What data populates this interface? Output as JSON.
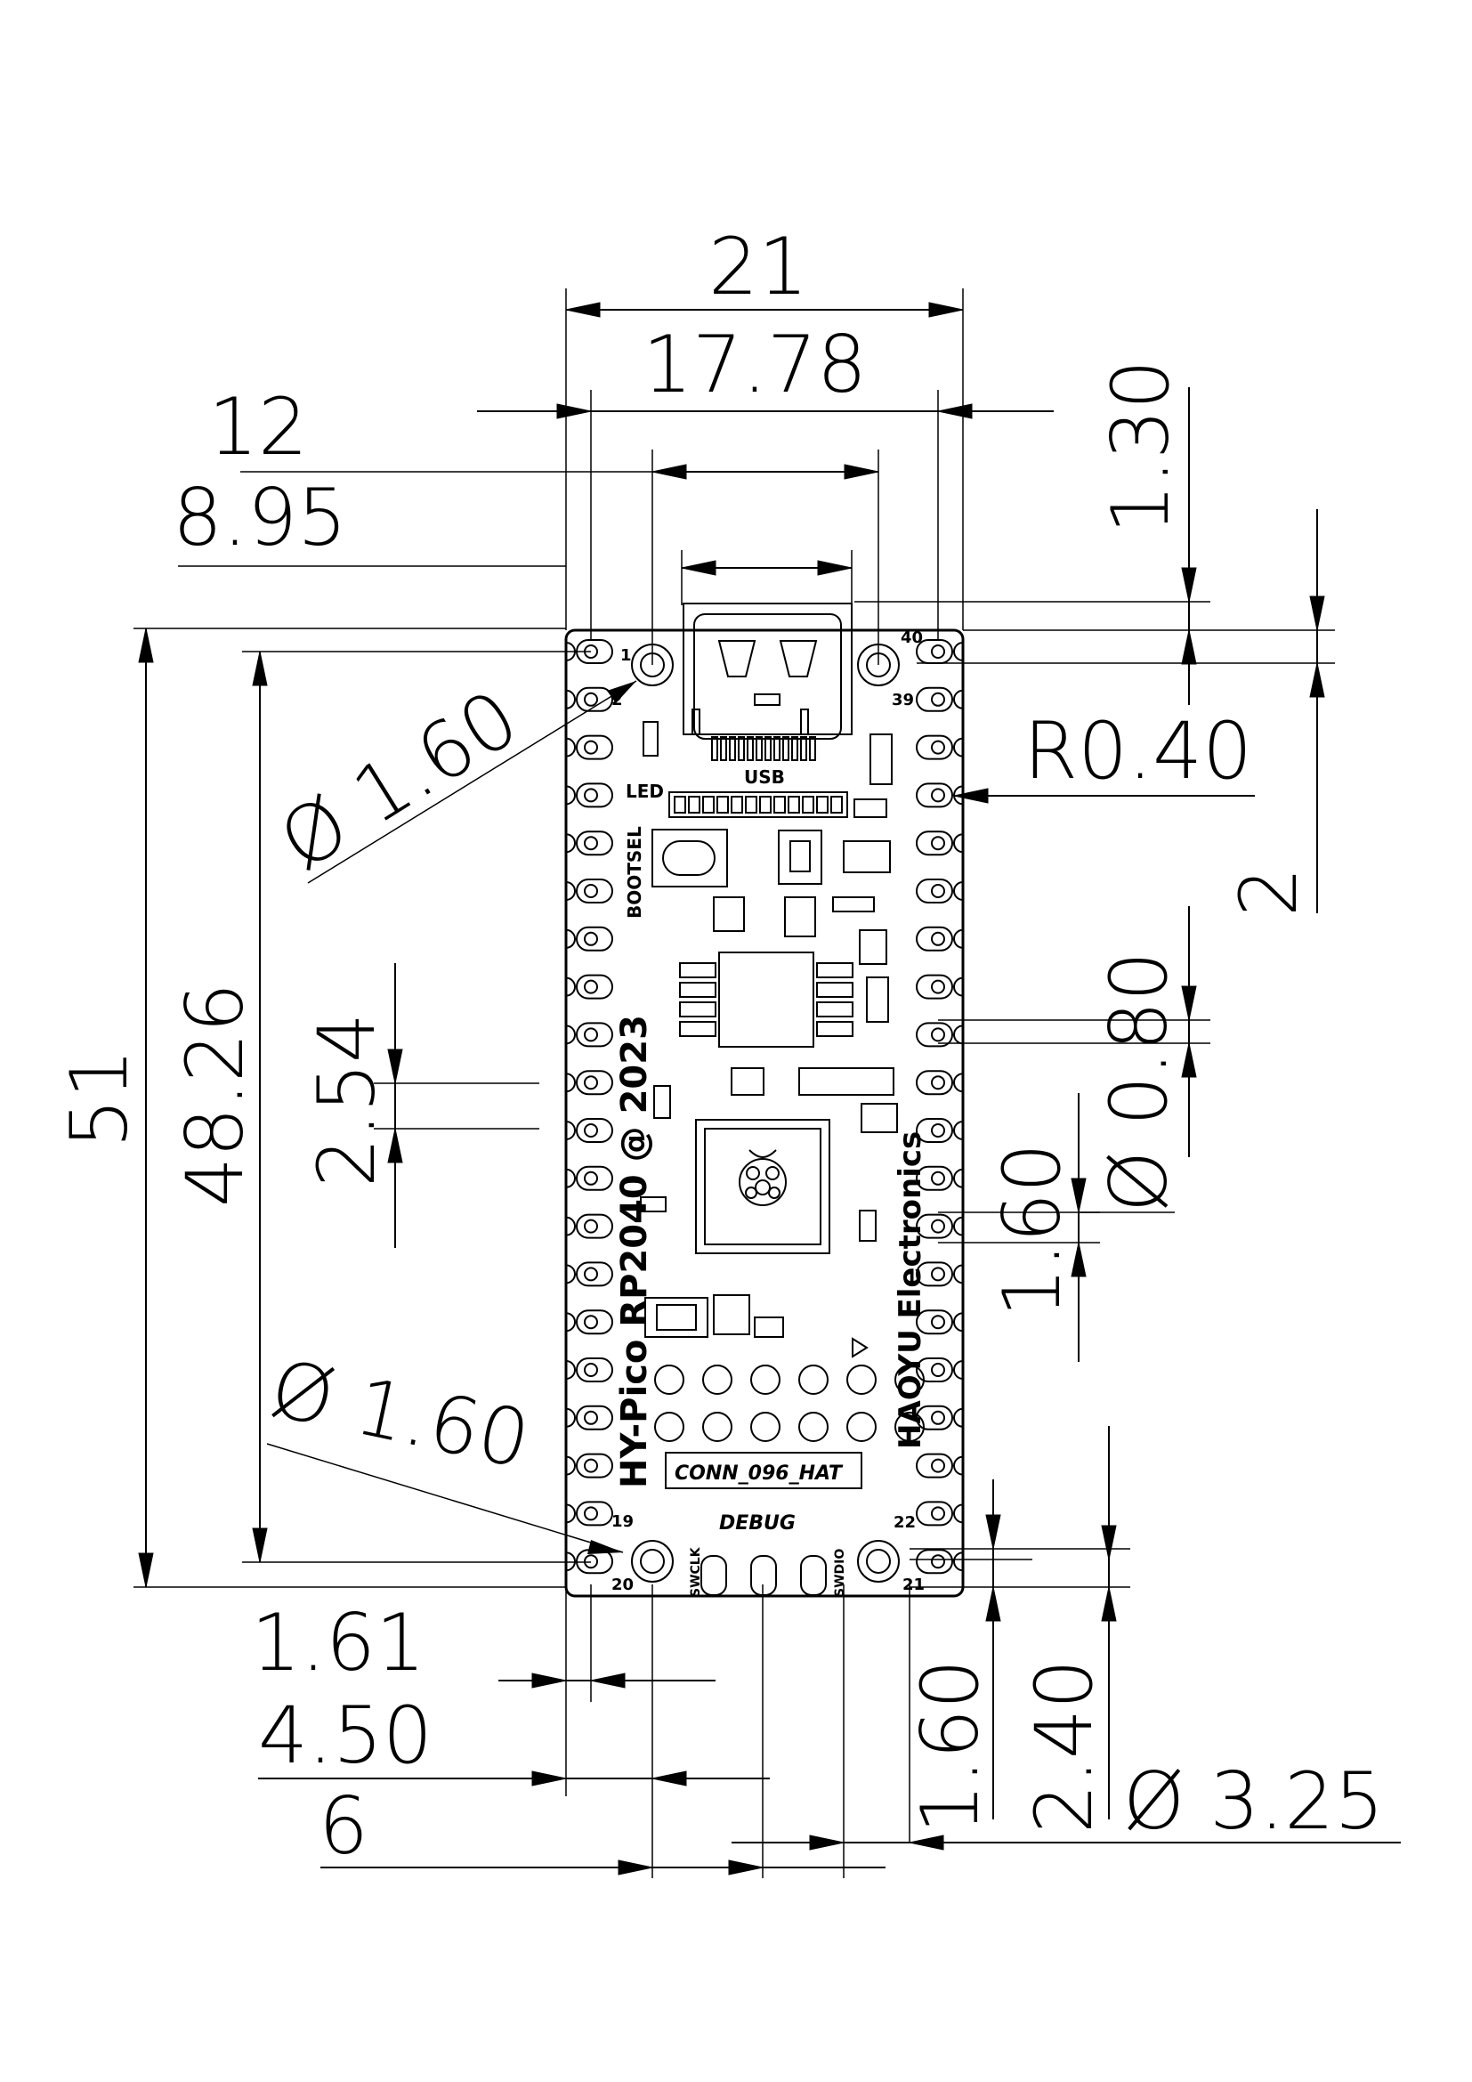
{
  "dimensions": {
    "board_width": "21",
    "pin_row_spacing": "17.78",
    "usb_outer": "12",
    "usb_inner": "8.95",
    "top_offset": "1.30",
    "corner_radius": "R0.40",
    "top_hole_dia": "Ø 1.60",
    "side_offset": "2",
    "board_length": "51",
    "pin_column_length": "48.26",
    "pin_pitch": "2.54",
    "pad_hole": "Ø 0.80",
    "pad_width": "1.60",
    "bottom_hole_dia": "Ø 1.60",
    "edge_offset_1": "1.61",
    "edge_offset_2": "4.50",
    "edge_offset_3": "6",
    "bottom_offset_1": "1.60",
    "bottom_offset_2": "2.40",
    "mount_hole_dia": "Ø 3.25"
  },
  "silkscreen": {
    "pin_1": "1",
    "pin_2": "2",
    "pin_40": "40",
    "pin_39": "39",
    "pin_19": "19",
    "pin_20": "20",
    "pin_22": "22",
    "pin_21": "21",
    "usb": "USB",
    "led": "LED",
    "bootsel": "BOOTSEL",
    "product": "HY-Pico RP2040 @ 2023",
    "maker": "HAOYU Electronics",
    "conn": "CONN_096_HAT",
    "debug": "DEBUG",
    "swclk": "SWCLK",
    "swdio": "SWDIO"
  }
}
